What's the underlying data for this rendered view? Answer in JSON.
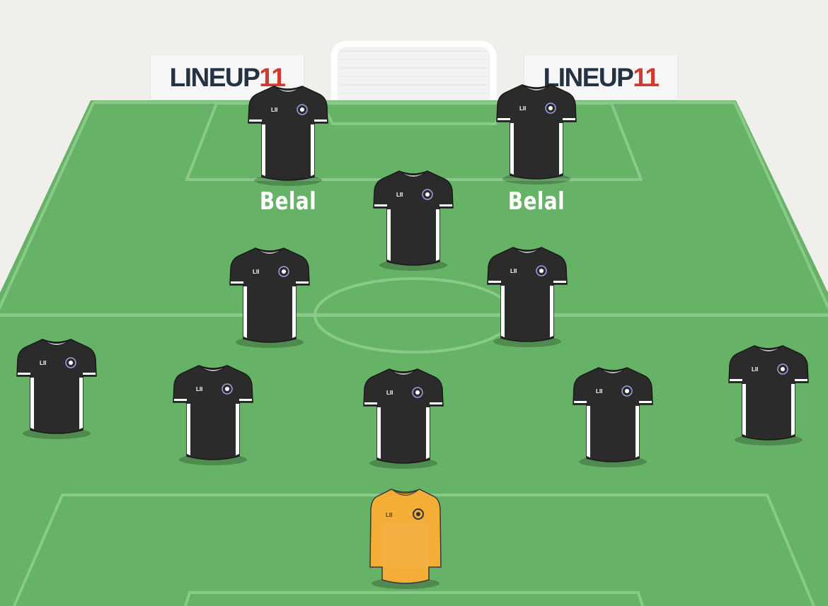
{
  "app": {
    "brand_text": "LINEUP",
    "brand_number": "11"
  },
  "colors": {
    "pitch": "#66b266",
    "pitch_lines": "#89c98a",
    "background": "#f0efec",
    "outfield_kit": "#2b2b2b",
    "outfield_trim": "#ffffff",
    "goalkeeper_kit": "#f4ad36",
    "brand_dark": "#243342",
    "brand_red": "#cf3a33"
  },
  "formation": {
    "players": [
      {
        "role": "outfield",
        "kit_text": "LII",
        "name": "Belal"
      },
      {
        "role": "outfield",
        "kit_text": "LII",
        "name": "Belal"
      },
      {
        "role": "outfield",
        "kit_text": "LII",
        "name": ""
      },
      {
        "role": "outfield",
        "kit_text": "LII",
        "name": ""
      },
      {
        "role": "outfield",
        "kit_text": "LII",
        "name": ""
      },
      {
        "role": "outfield",
        "kit_text": "LII",
        "name": ""
      },
      {
        "role": "outfield",
        "kit_text": "LII",
        "name": ""
      },
      {
        "role": "outfield",
        "kit_text": "LII",
        "name": ""
      },
      {
        "role": "outfield",
        "kit_text": "LII",
        "name": ""
      },
      {
        "role": "outfield",
        "kit_text": "LII",
        "name": ""
      },
      {
        "role": "goalkeeper",
        "kit_text": "LII",
        "name": ""
      }
    ]
  }
}
